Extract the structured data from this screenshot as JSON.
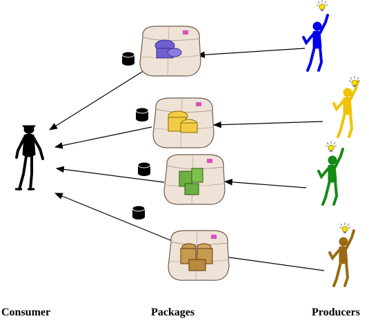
{
  "labels": {
    "consumer": "Consumer",
    "packages": "Packages",
    "producers": "Producers"
  },
  "colors": {
    "consumer": "#000000",
    "producers": [
      "#0000ee",
      "#f2c200",
      "#138a13",
      "#9a6b14"
    ],
    "package_contents": [
      "#6f5fd0",
      "#f3cc45",
      "#6bb040",
      "#c79a4e"
    ],
    "package_shell": "#efe2d6",
    "lightbulb": "#ffe400",
    "arrow": "#000000",
    "disk": "#000000"
  },
  "icons": {
    "consumer": "stick-figure-person-icon",
    "producer": "stick-figure-person-with-lightbulb-icon",
    "package": "software-package-box-icon",
    "disk": "database-disk-icon"
  }
}
